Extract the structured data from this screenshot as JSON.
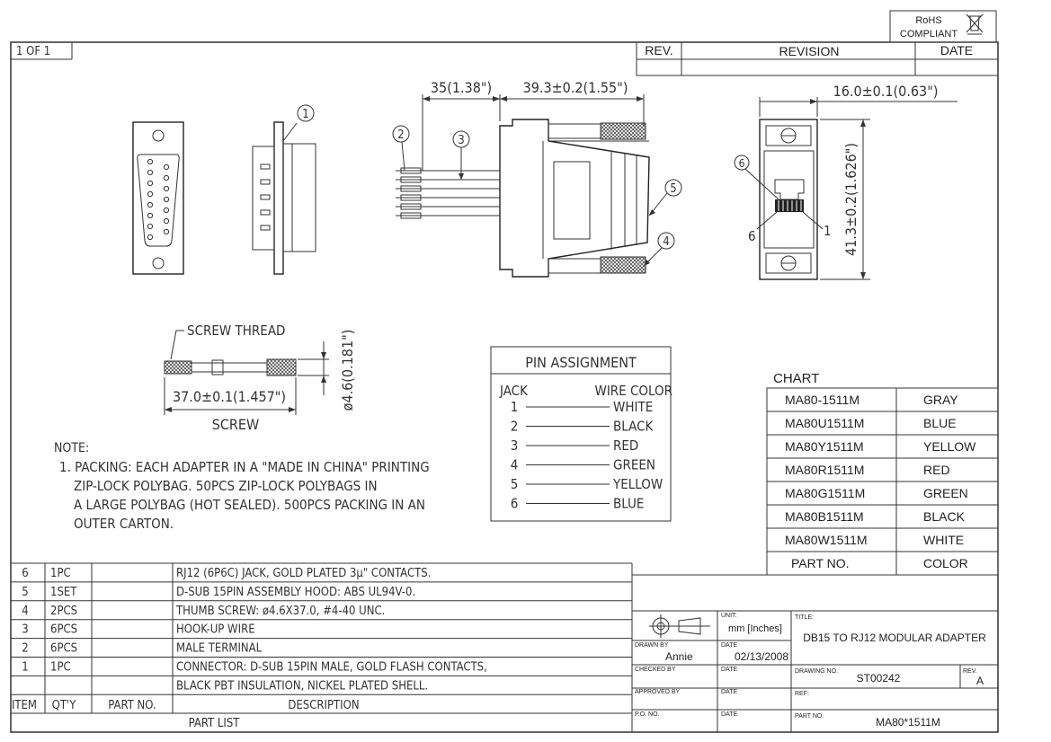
{
  "rohs": {
    "line1": "RoHS",
    "line2": "COMPLIANT"
  },
  "sheet": "1 OF 1",
  "revision_header": {
    "rev": "REV.",
    "revision": "REVISION",
    "date": "DATE"
  },
  "dims": {
    "d35": "35(1.38\")",
    "d393": "39.3±0.2(1.55\")",
    "d16": "16.0±0.1(0.63\")",
    "d413": "41.3±0.2(1.626\")",
    "d37": "37.0±0.1(1.457\")",
    "d46": "ø4.6(0.181\")"
  },
  "callouts": {
    "c1": "1",
    "c2": "2",
    "c3": "3",
    "c4": "4",
    "c5": "5",
    "c6": "6"
  },
  "rj_pins": {
    "left": "6",
    "right": "1"
  },
  "screw": {
    "thread_label": "SCREW THREAD",
    "title": "SCREW"
  },
  "note": {
    "title": "NOTE:",
    "lines": [
      "1. PACKING: EACH ADAPTER IN A \"MADE IN CHINA\" PRINTING",
      "ZIP-LOCK POLYBAG. 50PCS ZIP-LOCK POLYBAGS IN",
      "A LARGE POLYBAG (HOT SEALED). 500PCS PACKING IN AN",
      "OUTER CARTON."
    ]
  },
  "pin_assignment": {
    "title": "PIN ASSIGNMENT",
    "col_jack": "JACK",
    "col_wire": "WIRE COLOR",
    "rows": [
      {
        "jack": "1",
        "color": "WHITE"
      },
      {
        "jack": "2",
        "color": "BLACK"
      },
      {
        "jack": "3",
        "color": "RED"
      },
      {
        "jack": "4",
        "color": "GREEN"
      },
      {
        "jack": "5",
        "color": "YELLOW"
      },
      {
        "jack": "6",
        "color": "BLUE"
      }
    ]
  },
  "chart": {
    "title": "CHART",
    "rows": [
      {
        "part": "MA80-1511M",
        "color": "GRAY"
      },
      {
        "part": "MA80U1511M",
        "color": "BLUE"
      },
      {
        "part": "MA80Y1511M",
        "color": "YELLOW"
      },
      {
        "part": "MA80R1511M",
        "color": "RED"
      },
      {
        "part": "MA80G1511M",
        "color": "GREEN"
      },
      {
        "part": "MA80B1511M",
        "color": "BLACK"
      },
      {
        "part": "MA80W1511M",
        "color": "WHITE"
      }
    ],
    "footer": {
      "part": "PART  NO.",
      "color": "COLOR"
    }
  },
  "part_list": {
    "rows": [
      {
        "item": "6",
        "qty": "1PC",
        "part": "",
        "desc": "RJ12 (6P6C) JACK, GOLD PLATED 3μ\" CONTACTS."
      },
      {
        "item": "5",
        "qty": "1SET",
        "part": "",
        "desc": "D-SUB 15PIN ASSEMBLY HOOD: ABS UL94V-0."
      },
      {
        "item": "4",
        "qty": "2PCS",
        "part": "",
        "desc": "THUMB SCREW: ø4.6X37.0, #4-40 UNC."
      },
      {
        "item": "3",
        "qty": "6PCS",
        "part": "",
        "desc": "HOOK-UP WIRE"
      },
      {
        "item": "2",
        "qty": "6PCS",
        "part": "",
        "desc": "MALE TERMINAL"
      },
      {
        "item": "1",
        "qty": "1PC",
        "part": "",
        "desc": "CONNECTOR: D-SUB 15PIN MALE, GOLD FLASH CONTACTS,"
      },
      {
        "item": "",
        "qty": "",
        "part": "",
        "desc": "BLACK PBT INSULATION, NICKEL PLATED SHELL."
      }
    ],
    "header": {
      "item": "ITEM",
      "qty": "QT'Y",
      "part": "PART NO.",
      "desc": "DESCRIPTION"
    },
    "footer": "PART LIST"
  },
  "title_block": {
    "unit_label": "UNIT:",
    "unit_value": "mm [Inches]",
    "title_label": "TITLE:",
    "title_value": "DB15 TO RJ12 MODULAR ADAPTER",
    "drawn_by_label": "DRAWN  BY",
    "drawn_by_value": "Annie",
    "date_label": "DATE",
    "drawn_date": "02/13/2008",
    "checked_by_label": "CHECKED  BY",
    "drawing_no_label": "DRAWING NO.",
    "drawing_no_value": "ST00242",
    "rev_label": "REV.",
    "rev_value": "A",
    "approved_by_label": "APPROVED  BY",
    "ref_label": "REF:",
    "po_label": "P.O. NO.",
    "part_no_label": "PART NO.",
    "part_no_value": "MA80*1511M"
  }
}
